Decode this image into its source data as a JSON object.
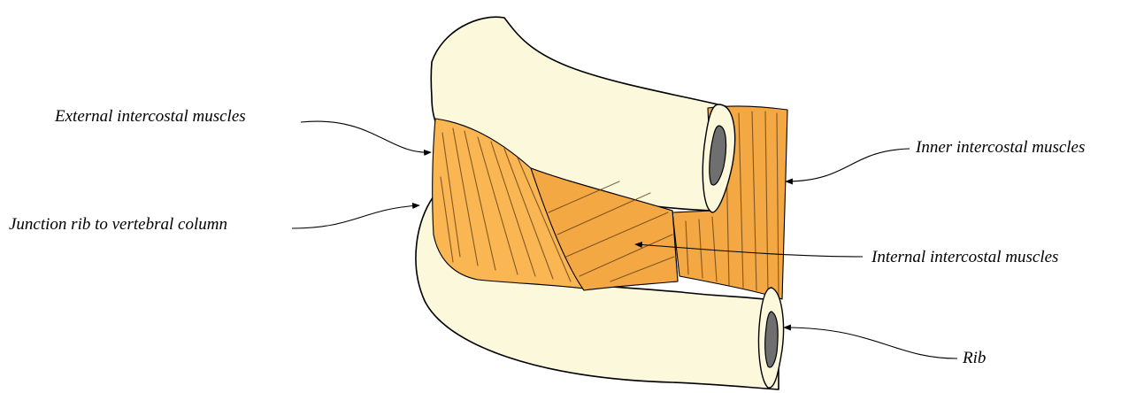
{
  "labels": {
    "external_intercostal": "External intercostal muscles",
    "junction": "Junction rib to vertebral column",
    "inner_intercostal": "Inner intercostal muscles",
    "internal_intercostal": "Internal intercostal muscles",
    "rib": "Rib"
  },
  "colors": {
    "bone": "#fbf8dc",
    "muscle": "#f9b653",
    "marrow": "#6f6f6f",
    "outline": "#000000"
  }
}
